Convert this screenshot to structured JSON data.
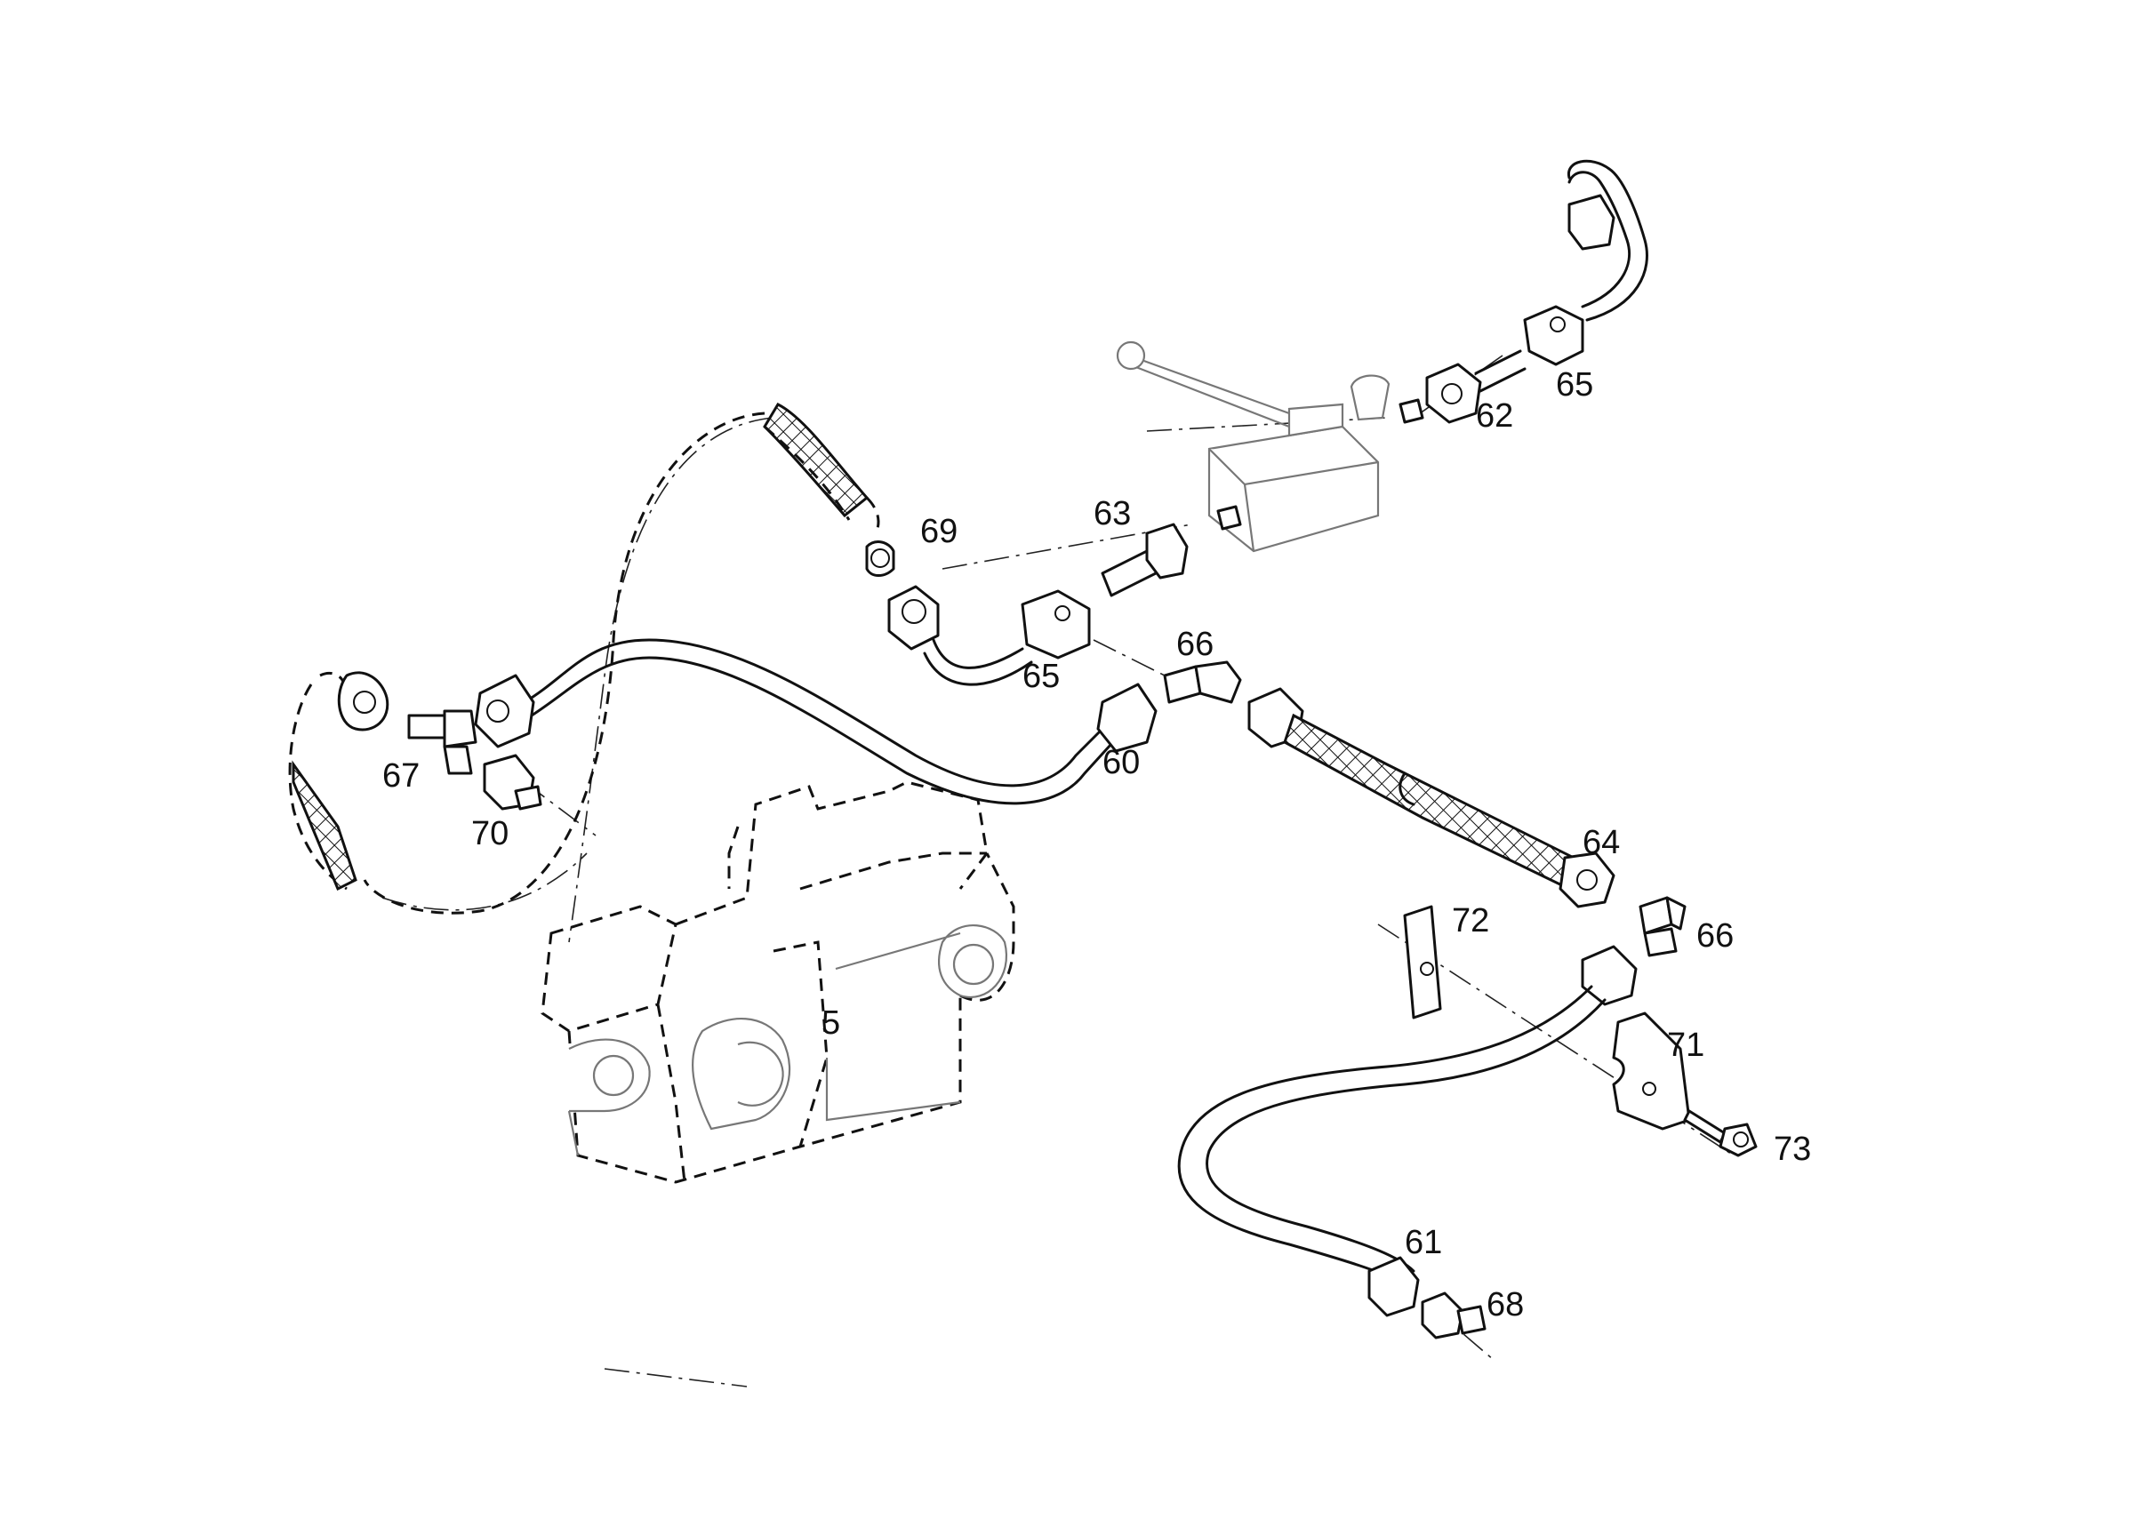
{
  "callouts": {
    "c60": "60",
    "c61": "61",
    "c62": "62",
    "c63": "63",
    "c64": "64",
    "c65a": "65",
    "c65b": "65",
    "c66a": "66",
    "c66b": "66",
    "c67": "67",
    "c68": "68",
    "c69": "69",
    "c70": "70",
    "c71": "71",
    "c72": "72",
    "c73": "73"
  },
  "hidden_fragment": "5"
}
